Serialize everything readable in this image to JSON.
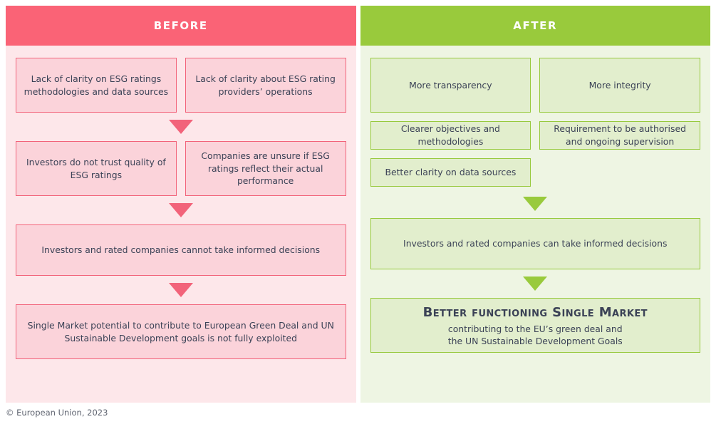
{
  "colors": {
    "before_header_bg": "#fa6376",
    "before_panel_bg": "#fde7ea",
    "before_box_bg": "#fbd3da",
    "before_box_border": "#f2637a",
    "after_header_bg": "#99ca3c",
    "after_panel_bg": "#eef5e3",
    "after_box_bg": "#e2eecd",
    "after_box_border": "#97c93d",
    "text": "#3b4256"
  },
  "before": {
    "header": "BEFORE",
    "row1": [
      "Lack of clarity on ESG ratings methodologies and data sources",
      "Lack of clarity about ESG rating providers’ operations"
    ],
    "row2": [
      "Investors do not trust quality of ESG ratings",
      "Companies are unsure if ESG ratings reflect their actual performance"
    ],
    "row3": "Investors and rated companies cannot take informed decisions",
    "row4": "Single Market potential to contribute to European Green Deal and UN Sustainable Development goals is not fully exploited"
  },
  "after": {
    "header": "AFTER",
    "row1": [
      "More transparency",
      "More integrity"
    ],
    "row2_left": [
      "Clearer objectives and methodologies",
      "Better clarity on data sources"
    ],
    "row2_right": "Requirement to be authorised and ongoing supervision",
    "row3": "Investors and rated companies can take informed decisions",
    "final_title": "Better functioning Single Market",
    "final_sub_line1": "contributing to the EU’s green deal and",
    "final_sub_line2": "the UN Sustainable Development Goals"
  },
  "footer": {
    "copyright": "© European Union, 2023"
  }
}
